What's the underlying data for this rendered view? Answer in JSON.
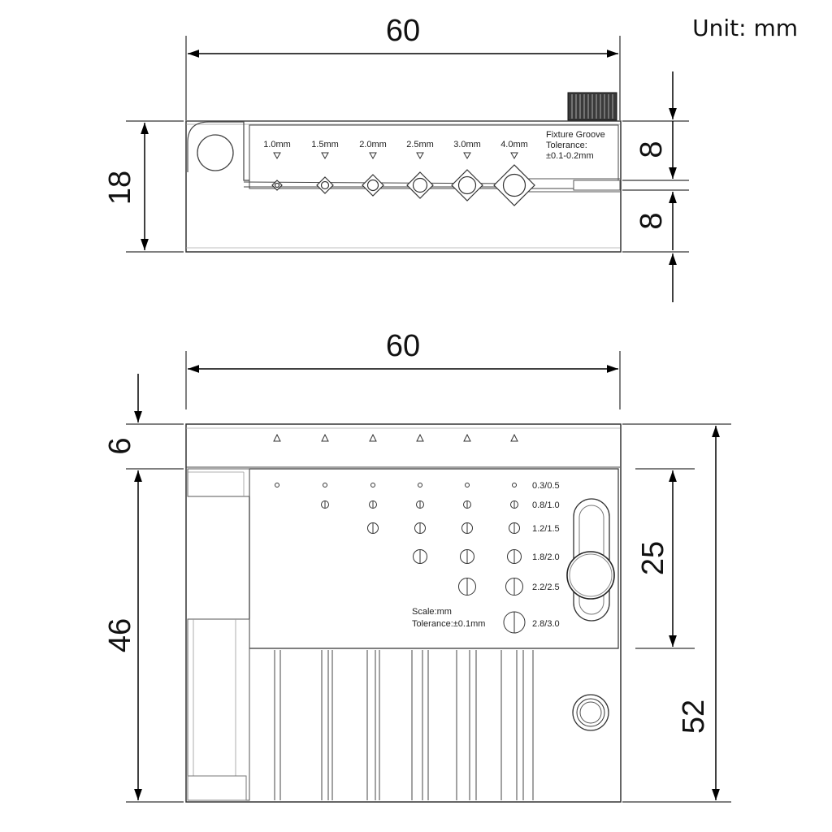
{
  "unit_label": "Unit: mm",
  "top_view": {
    "width_dim": "60",
    "height_dim": "18",
    "right_dim_upper": "8",
    "right_dim_lower": "8",
    "groove_labels": [
      "1.0mm",
      "1.5mm",
      "2.0mm",
      "2.5mm",
      "3.0mm",
      "4.0mm"
    ],
    "note_lines": [
      "Fixture Groove",
      "Tolerance:",
      "±0.1-0.2mm"
    ]
  },
  "front_view": {
    "width_dim": "60",
    "left_dim_top": "6",
    "left_dim_main": "46",
    "right_dim_inner": "25",
    "right_dim_total": "52",
    "hole_rows": [
      {
        "label": "0.3/0.5"
      },
      {
        "label": "0.8/1.0"
      },
      {
        "label": "1.2/1.5"
      },
      {
        "label": "1.8/2.0"
      },
      {
        "label": "2.2/2.5"
      },
      {
        "label": "2.8/3.0"
      }
    ],
    "scale_lines": [
      "Scale:mm",
      "Tolerance:±0.1mm"
    ]
  }
}
